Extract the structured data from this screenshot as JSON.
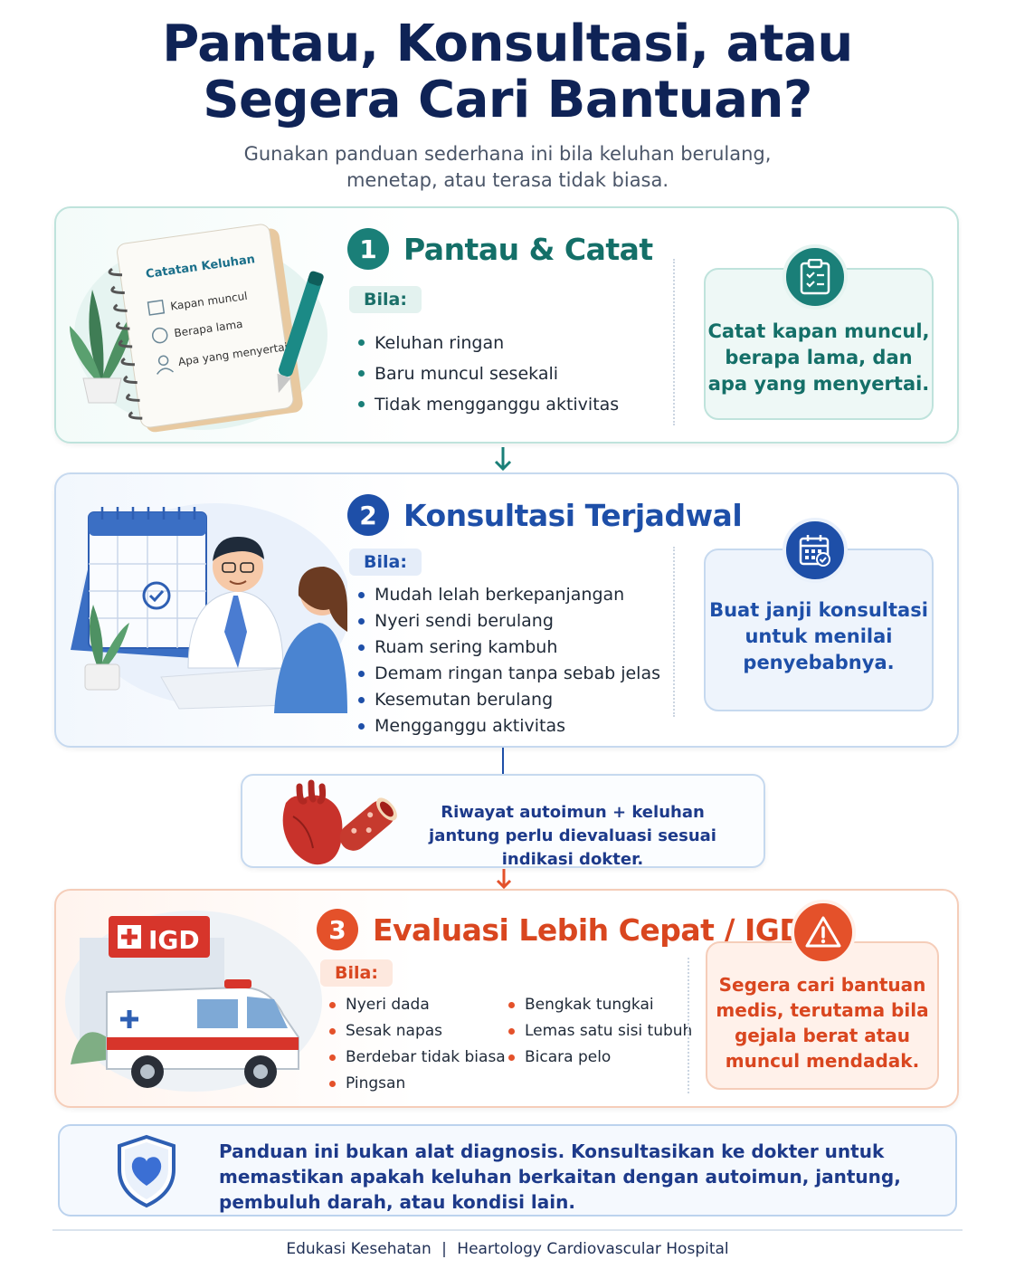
{
  "header": {
    "title_line1": "Pantau, Konsultasi, atau",
    "title_line2": "Segera Cari Bantuan?",
    "subtitle_line1": "Gunakan panduan sederhana ini bila keluhan berulang,",
    "subtitle_line2": "menetap, atau terasa tidak biasa."
  },
  "section1": {
    "number": "1",
    "title": "Pantau & Catat",
    "bila": "Bila:",
    "items": [
      "Keluhan ringan",
      "Baru muncul sesekali",
      "Tidak mengganggu aktivitas"
    ],
    "advice": "Catat kapan muncul, berapa lama, dan apa yang menyertai.",
    "notebook": {
      "title": "Catatan Keluhan",
      "rows": [
        "Kapan muncul",
        "Berapa lama",
        "Apa yang menyertai"
      ]
    },
    "icon": "clipboard-icon",
    "color": "#1a7f78"
  },
  "section2": {
    "number": "2",
    "title": "Konsultasi Terjadwal",
    "bila": "Bila:",
    "items": [
      "Mudah lelah berkepanjangan",
      "Nyeri sendi berulang",
      "Ruam sering kambuh",
      "Demam ringan tanpa sebab jelas",
      "Kesemutan berulang",
      "Mengganggu aktivitas"
    ],
    "advice": "Buat janji konsultasi untuk menilai penyebabnya.",
    "icon": "calendar-check-icon",
    "color": "#1e4fa8"
  },
  "note": {
    "text": "Riwayat autoimun + keluhan jantung perlu dievaluasi sesuai indikasi dokter."
  },
  "section3": {
    "number": "3",
    "title": "Evaluasi Lebih Cepat / IGD",
    "bila": "Bila:",
    "items_left": [
      "Nyeri dada",
      "Sesak napas",
      "Berdebar tidak biasa",
      "Pingsan"
    ],
    "items_right": [
      "Bengkak tungkai",
      "Lemas satu sisi tubuh",
      "Bicara pelo"
    ],
    "advice": "Segera cari bantuan medis, terutama bila gejala berat atau muncul mendadak.",
    "sign": "IGD",
    "icon": "warning-icon",
    "color": "#e4512a"
  },
  "disclaimer": {
    "text": "Panduan ini bukan alat diagnosis. Konsultasikan ke dokter untuk memastikan apakah keluhan berkaitan dengan autoimun, jantung, pembuluh darah, atau kondisi lain.",
    "icon": "shield-heart-icon"
  },
  "footer": {
    "left": "Edukasi Kesehatan",
    "separator": "|",
    "right": "Heartology Cardiovascular Hospital"
  }
}
